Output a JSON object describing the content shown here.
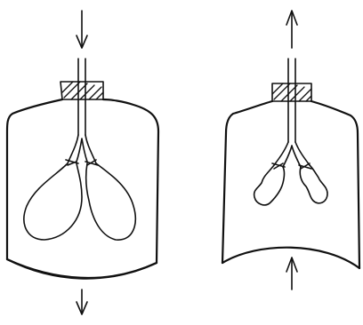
{
  "colors": {
    "ink": "#111111",
    "paper": "#ffffff"
  },
  "panels": [
    {
      "state": "inhale",
      "diaphragm_shape": "pulled-down",
      "lungs_shape": "inflated",
      "airflow_top": "arrow-down",
      "force_bottom": "arrow-down"
    },
    {
      "state": "exhale",
      "diaphragm_shape": "pushed-up",
      "lungs_shape": "deflated",
      "airflow_top": "arrow-up",
      "force_bottom": "arrow-up"
    }
  ],
  "icons": [
    "arrow-down-icon",
    "arrow-up-icon",
    "stopper-hatch-icon"
  ]
}
